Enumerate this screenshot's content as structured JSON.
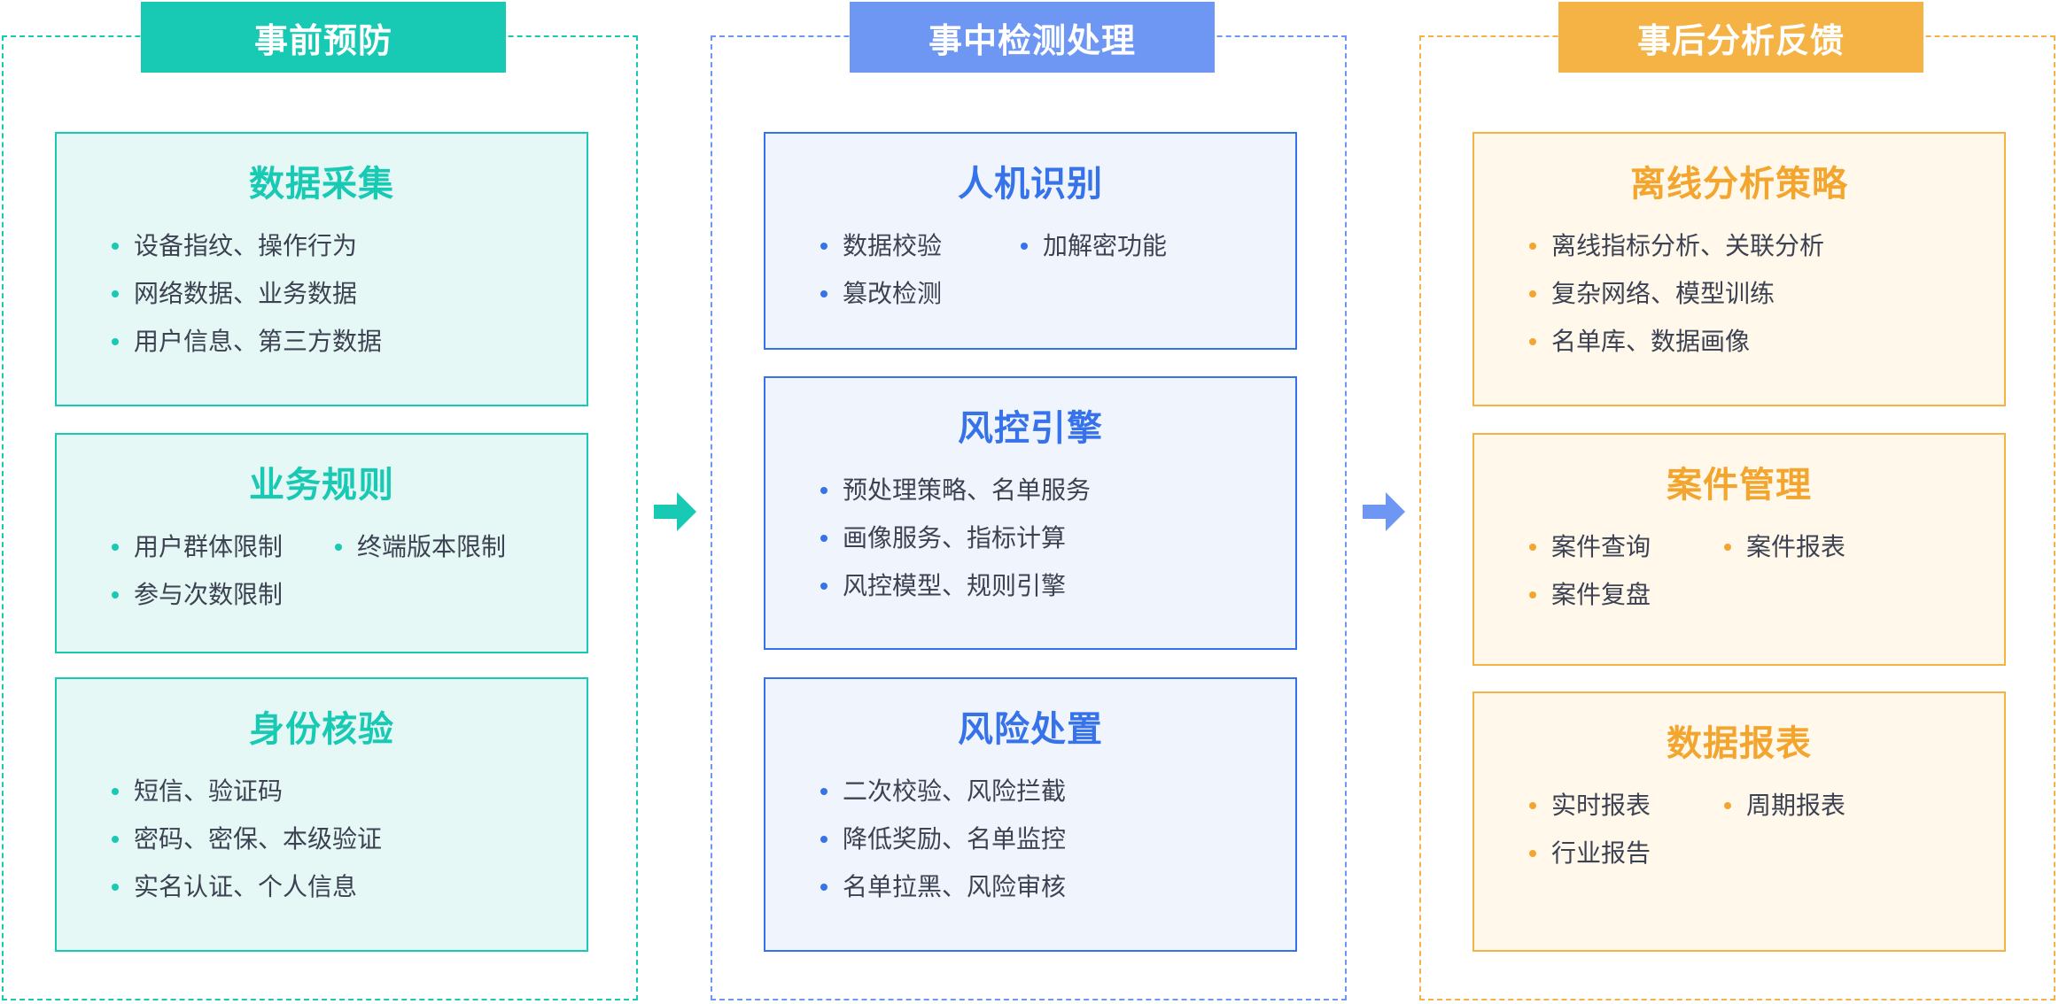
{
  "theme": {
    "prevention": {
      "accent": "#18c9b3",
      "card_bg": "#e6f8f5",
      "border": "#18c9b3"
    },
    "detection": {
      "accent": "#6e96f3",
      "title_color": "#3672e9",
      "card_bg": "#f0f4fd",
      "border": "#3672e9"
    },
    "feedback": {
      "accent": "#f5b345",
      "title_color": "#f3a62f",
      "card_bg": "#fff8eb",
      "border": "#f5b345"
    }
  },
  "columns": [
    {
      "title": "事前预防",
      "cards": [
        {
          "title": "数据采集",
          "items": [
            "设备指纹、操作行为",
            "网络数据、业务数据",
            "用户信息、第三方数据"
          ]
        },
        {
          "title": "业务规则",
          "items": [
            "用户群体限制",
            "终端版本限制",
            "参与次数限制"
          ]
        },
        {
          "title": "身份核验",
          "items": [
            "短信、验证码",
            "密码、密保、本级验证",
            "实名认证、个人信息"
          ]
        }
      ]
    },
    {
      "title": "事中检测处理",
      "cards": [
        {
          "title": "人机识别",
          "items": [
            "数据校验",
            "加解密功能",
            "篡改检测"
          ]
        },
        {
          "title": "风控引擎",
          "items": [
            "预处理策略、名单服务",
            "画像服务、指标计算",
            "风控模型、规则引擎"
          ]
        },
        {
          "title": "风险处置",
          "items": [
            "二次校验、风险拦截",
            "降低奖励、名单监控",
            "名单拉黑、风险审核"
          ]
        }
      ]
    },
    {
      "title": "事后分析反馈",
      "cards": [
        {
          "title": "离线分析策略",
          "items": [
            "离线指标分析、关联分析",
            "复杂网络、模型训练",
            "名单库、数据画像"
          ]
        },
        {
          "title": "案件管理",
          "items": [
            "案件查询",
            "案件报表",
            "案件复盘"
          ]
        },
        {
          "title": "数据报表",
          "items": [
            "实时报表",
            "周期报表",
            "行业报告"
          ]
        }
      ]
    }
  ],
  "arrows": [
    {
      "name": "arrow-prevention-to-detection",
      "color": "#18c9b3"
    },
    {
      "name": "arrow-detection-to-feedback",
      "color": "#6e96f3"
    }
  ]
}
